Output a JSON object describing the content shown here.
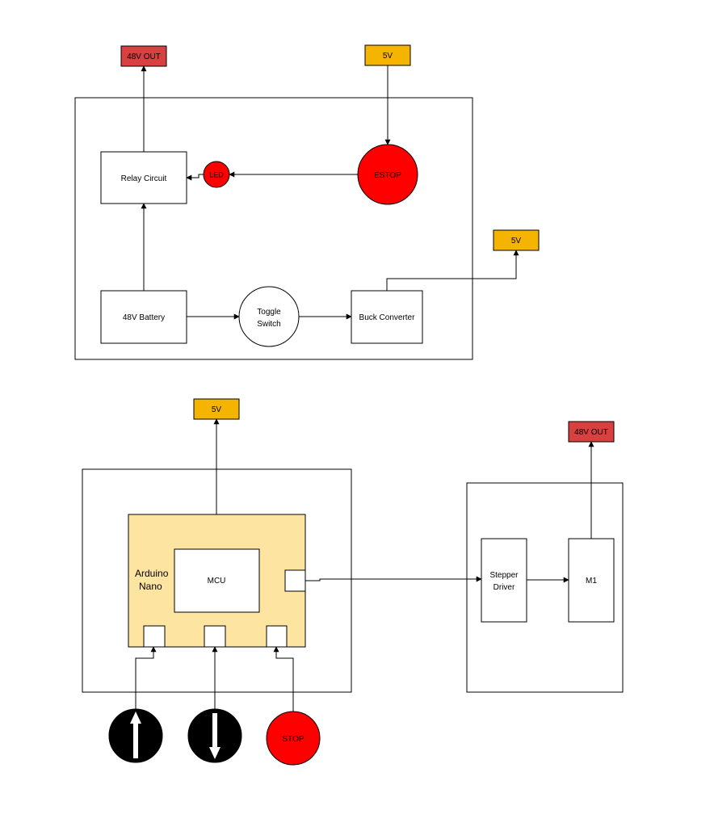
{
  "colors": {
    "power_out": "#d94040",
    "power_5v": "#f5b400",
    "estop": "#ff0000",
    "arduino_board": "#fde4a0",
    "button_dark": "#000000",
    "line": "#000000"
  },
  "top_section": {
    "out_48v_label": "48V OUT",
    "in_5v_label": "5V",
    "relay_label": "Relay Circuit",
    "led_label": "LED",
    "estop_label": "ESTOP",
    "battery_label": "48V Battery",
    "toggle_line1": "Toggle",
    "toggle_line2": "Switch",
    "buck_label": "Buck Converter",
    "buck_out_label": "5V"
  },
  "bottom_section": {
    "in_5v_label": "5V",
    "board_line1": "Arduino",
    "board_line2": "Nano",
    "mcu_label": "MCU",
    "driver_line1": "Stepper",
    "driver_line2": "Driver",
    "motor_label": "M1",
    "out_48v_label": "48V OUT",
    "stop_label": "STOP",
    "up_icon": "arrow-up-icon",
    "down_icon": "arrow-down-icon"
  }
}
